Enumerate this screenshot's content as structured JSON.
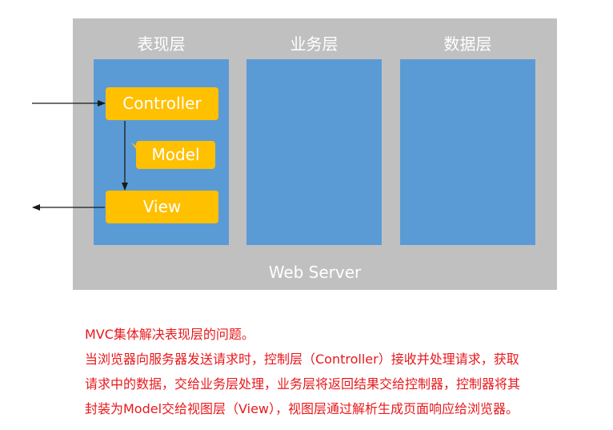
{
  "diagram": {
    "layers": [
      {
        "title": "表现层"
      },
      {
        "title": "业务层"
      },
      {
        "title": "数据层"
      }
    ],
    "components": {
      "controller": "Controller",
      "model": "Model",
      "view": "View"
    },
    "server_label": "Web Server",
    "colors": {
      "server_bg": "#c0c0c0",
      "layer_bg": "#5b9bd5",
      "component_bg": "#ffc000",
      "text_red": "#e8181c"
    }
  },
  "description": {
    "lines": [
      "MVC集体解决表现层的问题。",
      "当浏览器向服务器发送请求时，控制层（Controller）接收并处理请求，获取",
      "请求中的数据，交给业务层处理，业务层将返回结果交给控制器，控制器将其",
      "封装为Model交给视图层（View），视图层通过解析生成页面响应给浏览器。"
    ]
  }
}
